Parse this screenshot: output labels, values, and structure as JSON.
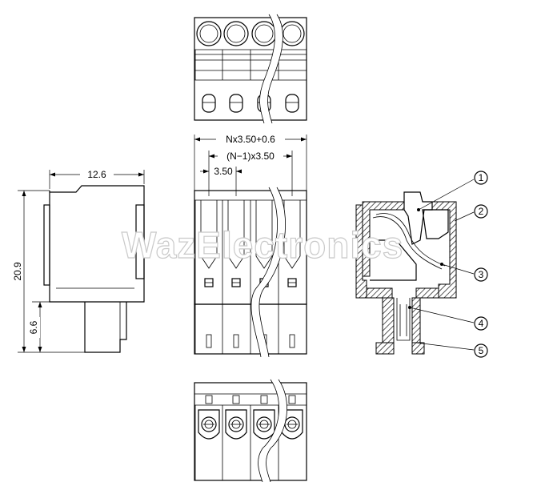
{
  "dimensions": {
    "overall_width": "Nx3.50+0.6",
    "pitch_span": "(N−1)x3.50",
    "pitch": "3.50",
    "depth": "12.6",
    "height": "20.9",
    "pin_length": "6.6"
  },
  "callouts": [
    "1",
    "2",
    "3",
    "4",
    "5"
  ],
  "watermark": "WazElectronics"
}
